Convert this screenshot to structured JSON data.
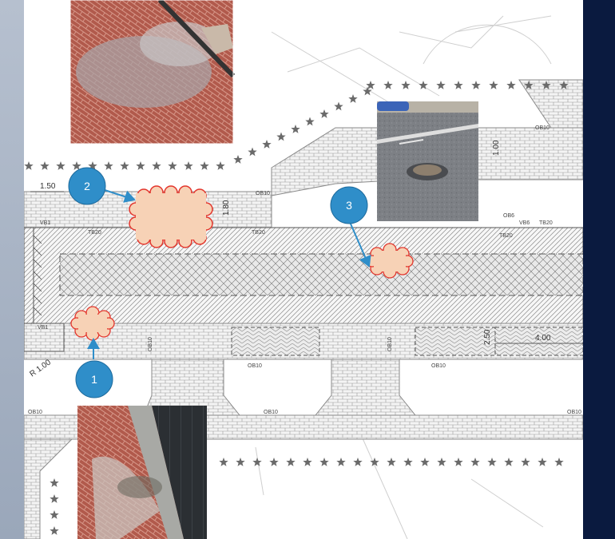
{
  "drawing": {
    "dimensions": [
      "1.50",
      "1.80",
      "1.00",
      "2.50",
      "4.00"
    ],
    "radius_label": "R 1.00",
    "codes": {
      "ob10": "OB10",
      "vb1": "VB1",
      "tb20": "TB20",
      "vb6": "VB6",
      "ob6": "OB6"
    }
  },
  "callouts": [
    {
      "number": "1"
    },
    {
      "number": "2"
    },
    {
      "number": "3"
    }
  ],
  "photos": [
    {
      "subject": "ponding-on-brick-paving"
    },
    {
      "subject": "pothole-in-road"
    },
    {
      "subject": "water-along-kerb"
    }
  ],
  "colors": {
    "callout": "#2f8ec9",
    "defect_fill": "#f7d2b6",
    "defect_stroke": "#e3352c",
    "arrow": "#2f8ec9",
    "paving_red": "#b15a4c"
  }
}
